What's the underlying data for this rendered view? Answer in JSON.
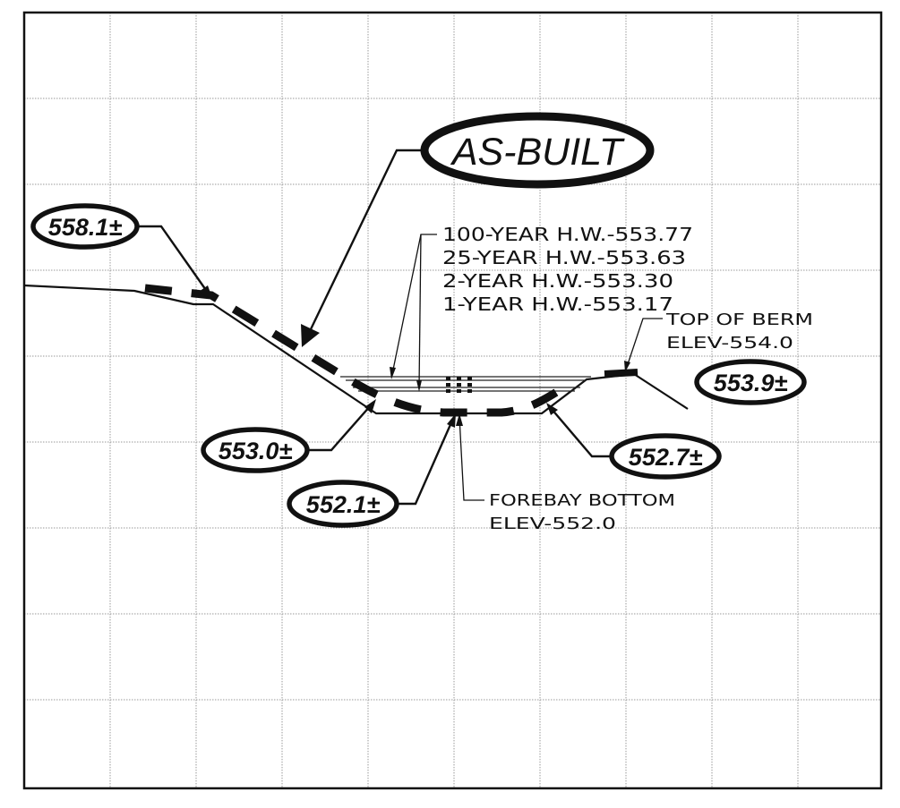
{
  "stamp": {
    "label": "AS-BUILT"
  },
  "water_levels": [
    {
      "label": "100-YEAR H.W.-553.77"
    },
    {
      "label": "25-YEAR H.W.-553.63"
    },
    {
      "label": "2-YEAR H.W.-553.30"
    },
    {
      "label": "1-YEAR H.W.-553.17"
    }
  ],
  "berm": {
    "line1": "TOP OF BERM",
    "line2": "ELEV-554.0"
  },
  "forebay": {
    "line1": "FOREBAY BOTTOM",
    "line2": "ELEV-552.0"
  },
  "spot_elevations": {
    "left_top": "558.1±",
    "right_berm": "553.9±",
    "left_toe": "553.0±",
    "bottom": "552.1±",
    "right_toe": "552.7±"
  }
}
